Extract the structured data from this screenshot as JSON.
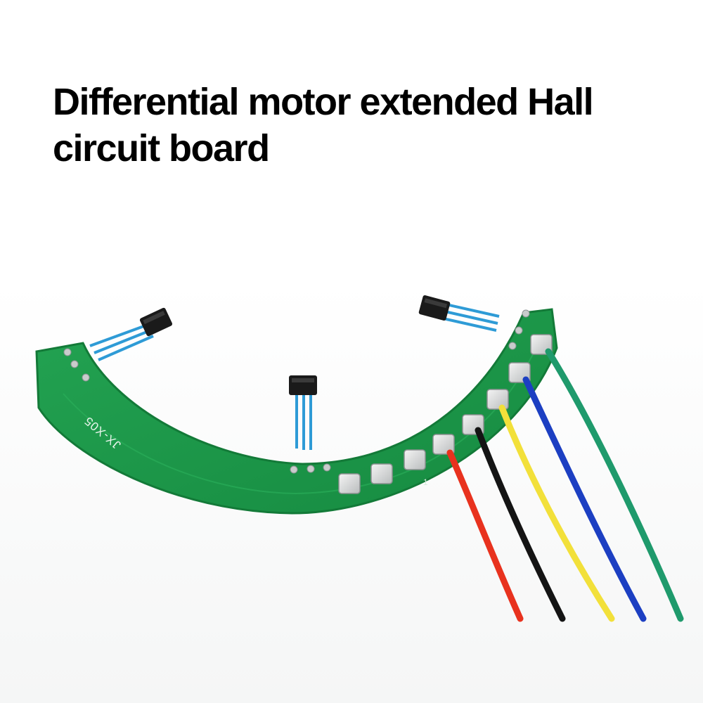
{
  "title": {
    "line1": "Differential motor extended Hall",
    "line2": "circuit board"
  },
  "pcb": {
    "silkscreen_label": "JX-X05",
    "pin_mark": "1",
    "color": "#1f9a4a"
  },
  "wires": [
    {
      "color_name": "red",
      "color": "#e8321e"
    },
    {
      "color_name": "black",
      "color": "#141414"
    },
    {
      "color_name": "yellow",
      "color": "#f2e03a"
    },
    {
      "color_name": "blue",
      "color": "#1c3fc2"
    },
    {
      "color_name": "green",
      "color": "#1f9a6c"
    }
  ],
  "hall_sensor_count": 3
}
